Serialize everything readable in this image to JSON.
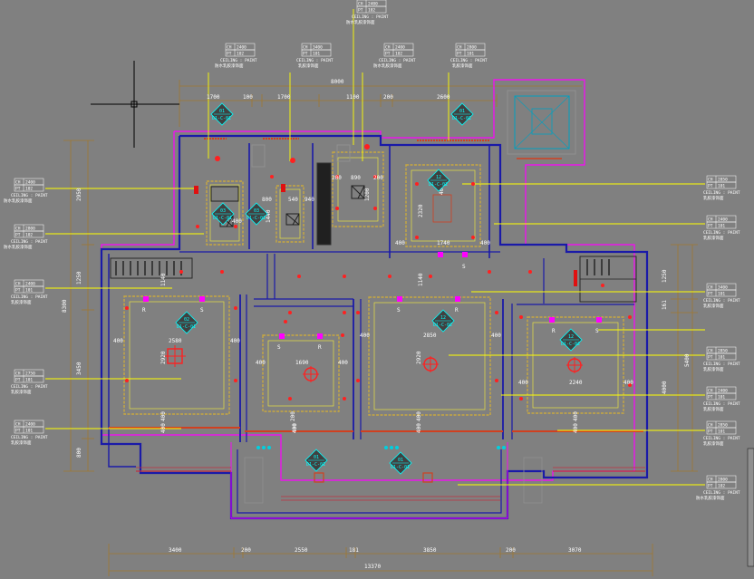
{
  "colors": {
    "background": "#808080",
    "wall": "#1a1aa8",
    "wall_inner": "#ff00ff",
    "ceiling_outline": "#c8a840",
    "leader": "#ffff00",
    "dimension": "#a07830",
    "light": "#ff2020",
    "marker": "#ff00ff",
    "tag_fill": "#ffffff",
    "cursor": "#000000",
    "cyan": "#00ffff"
  },
  "top_dims": {
    "overall": "8000",
    "segments": [
      "1700",
      "100",
      "1700",
      "1100",
      "200",
      "2600"
    ]
  },
  "bottom_dims": {
    "segments": [
      "3400",
      "200",
      "2550",
      "181",
      "3850",
      "200",
      "3070"
    ],
    "overall": "13370"
  },
  "left_dims": [
    "2950",
    "1250",
    "3450",
    "800",
    "8300"
  ],
  "right_dims": [
    "1250",
    "161",
    "4000",
    "5400"
  ],
  "room_dims": {
    "r1": [
      "2580",
      "400",
      "400",
      "2920",
      "400"
    ],
    "r2": [
      "1690",
      "400",
      "400",
      "400"
    ],
    "r3": [
      "2850",
      "400",
      "400",
      "2920",
      "400"
    ],
    "r4": [
      "2240",
      "400",
      "400",
      "400"
    ],
    "kitchen": [
      "1740",
      "2320",
      "400",
      "400",
      "400"
    ],
    "bath1": [
      "800",
      "1440",
      "400"
    ],
    "bath2": [
      "540",
      "940"
    ],
    "wc": [
      "890",
      "1200",
      "200",
      "200"
    ],
    "corridor": [
      "1140",
      "1140",
      "200",
      "400",
      "400",
      "400",
      "400"
    ]
  },
  "section_tags": [
    {
      "top": "01",
      "bottom": "D1-C-01"
    },
    {
      "top": "01",
      "bottom": "D1-C-01"
    },
    {
      "top": "12",
      "bottom": "D1-C-02"
    },
    {
      "top": "03",
      "bottom": "D1-C-01"
    },
    {
      "top": "03",
      "bottom": "D1-C-01"
    },
    {
      "top": "02",
      "bottom": "D1-C-01"
    },
    {
      "top": "12",
      "bottom": "D1-C-02"
    },
    {
      "top": "12",
      "bottom": "D1-C-02"
    },
    {
      "top": "01",
      "bottom": "D1-C-01"
    },
    {
      "top": "01",
      "bottom": "D1-C-01"
    }
  ],
  "ceiling_tags_top": [
    {
      "ch": "2400",
      "pt": "102",
      "line3": "CEILING : PAINT",
      "line4": "防水乳胶漆饰面"
    },
    {
      "ch": "3400",
      "pt": "101",
      "line3": "CEILING : PAINT",
      "line4": "乳胶漆饰面"
    },
    {
      "ch": "2400",
      "pt": "102",
      "line3": "CEILING : PAINT",
      "line4": "防水乳胶漆饰面"
    },
    {
      "ch": "2400",
      "pt": "102",
      "line3": "CEILING : PAINT",
      "line4": "防水乳胶漆饰面"
    },
    {
      "ch": "2800",
      "pt": "101",
      "line3": "CEILING : PAINT",
      "line4": "乳胶漆饰面"
    }
  ],
  "ceiling_tags_left": [
    {
      "ch": "2400",
      "pt": "102",
      "line3": "CEILING : PAINT",
      "line4": "防水乳胶漆饰面"
    },
    {
      "ch": "2800",
      "pt": "102",
      "line3": "CEILING : PAINT",
      "line4": "防水乳胶漆饰面"
    },
    {
      "ch": "2400",
      "pt": "101",
      "line3": "CEILING : PAINT",
      "line4": "乳胶漆饰面"
    },
    {
      "ch": "2750",
      "pt": "101",
      "line3": "CEILING : PAINT",
      "line4": "乳胶漆饰面"
    },
    {
      "ch": "2400",
      "pt": "101",
      "line3": "CEILING : PAINT",
      "line4": "乳胶漆饰面"
    }
  ],
  "ceiling_tags_right": [
    {
      "ch": "2850",
      "pt": "101",
      "line3": "CEILING : PAINT",
      "line4": "乳胶漆饰面"
    },
    {
      "ch": "2400",
      "pt": "101",
      "line3": "CEILING : PAINT",
      "line4": "乳胶漆饰面"
    },
    {
      "ch": "3400",
      "pt": "101",
      "line3": "CEILING : PAINT",
      "line4": "乳胶漆饰面"
    },
    {
      "ch": "2850",
      "pt": "101",
      "line3": "CEILING : PAINT",
      "line4": "乳胶漆饰面"
    },
    {
      "ch": "2400",
      "pt": "101",
      "line3": "CEILING : PAINT",
      "line4": "乳胶漆饰面"
    },
    {
      "ch": "2850",
      "pt": "101",
      "line3": "CEILING : PAINT",
      "line4": "乳胶漆饰面"
    },
    {
      "ch": "2800",
      "pt": "102",
      "line3": "CEILING : PAINT",
      "line4": "防水乳胶漆饰面"
    }
  ],
  "room_marks": {
    "r": "R",
    "s": "S"
  }
}
